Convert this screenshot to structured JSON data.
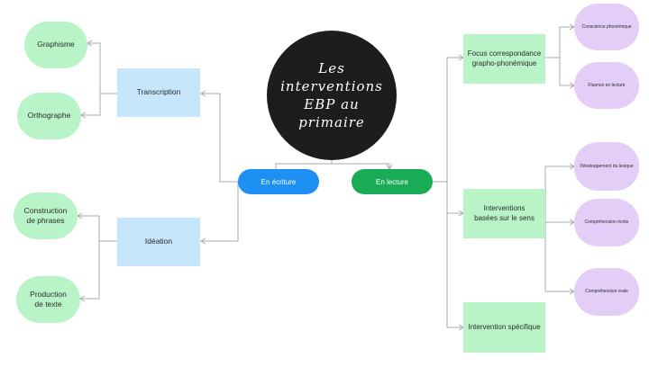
{
  "title": "Les interventions EBP au primaire",
  "branches": {
    "ecriture": "En écriture",
    "lecture": "En lecture"
  },
  "ecriture_nodes": {
    "transcription": "Transcription",
    "ideation": "Idéation"
  },
  "transcription_leaves": {
    "graphisme": "Graphisme",
    "orthographe": "Orthographe"
  },
  "ideation_leaves": {
    "construction": "Construction de phrases",
    "production": "Production de texte"
  },
  "lecture_nodes": {
    "focus": "Focus correspondance grapho-phonémique",
    "sens": "Interventions basées sur le sens",
    "specifique": "Intervention spécifique"
  },
  "focus_leaves": {
    "conscience": "Conscience phonémique",
    "fluence": "Fluence en lecture"
  },
  "sens_leaves": {
    "lexique": "Développement du lexique",
    "ecrite": "Compréhension écrite",
    "orale": "Compréhension orale"
  },
  "colors": {
    "connector": "#a8a8a8",
    "green_light": "#b8f4c8",
    "blue_light": "#c5e6fb",
    "purple_light": "#e4cdf7",
    "blue_button": "#1e90f3",
    "green_button": "#19ab55",
    "title_circle": "#1d1d1d"
  }
}
